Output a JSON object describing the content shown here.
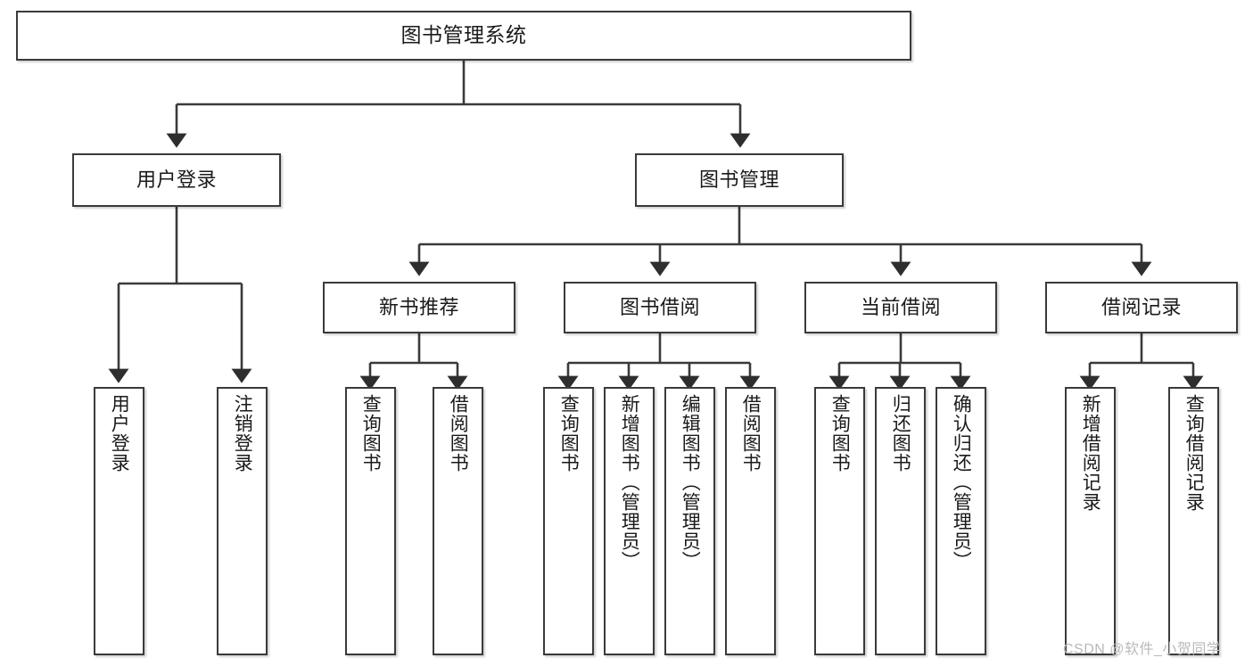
{
  "diagram": {
    "title": "图书管理系统",
    "type": "tree-hierarchy-diagram",
    "root": {
      "label": "图书管理系统"
    },
    "level2": [
      {
        "label": "用户登录"
      },
      {
        "label": "图书管理"
      }
    ],
    "level3": [
      {
        "label": "新书推荐"
      },
      {
        "label": "图书借阅"
      },
      {
        "label": "当前借阅"
      },
      {
        "label": "借阅记录"
      }
    ],
    "leaves": {
      "user_login": [
        {
          "label": "用户登录"
        },
        {
          "label": "注销登录"
        }
      ],
      "new_book_recommend": [
        {
          "label": "查询图书"
        },
        {
          "label": "借阅图书"
        }
      ],
      "book_borrow": [
        {
          "label": "查询图书"
        },
        {
          "label": "新增图书（管理员）"
        },
        {
          "label": "编辑图书（管理员）"
        },
        {
          "label": "借阅图书"
        }
      ],
      "current_borrow": [
        {
          "label": "查询图书"
        },
        {
          "label": "归还图书"
        },
        {
          "label": "确认归还（管理员）"
        }
      ],
      "borrow_record": [
        {
          "label": "新增借阅记录"
        },
        {
          "label": "查询借阅记录"
        }
      ]
    }
  },
  "watermark": {
    "text": "CSDN @软件_小贺同学"
  },
  "colors": {
    "border": "#3a3a3a",
    "background": "#ffffff",
    "text": "#1a1a1a",
    "connector": "#3a3a3a",
    "watermark": "#b9b9b9"
  }
}
